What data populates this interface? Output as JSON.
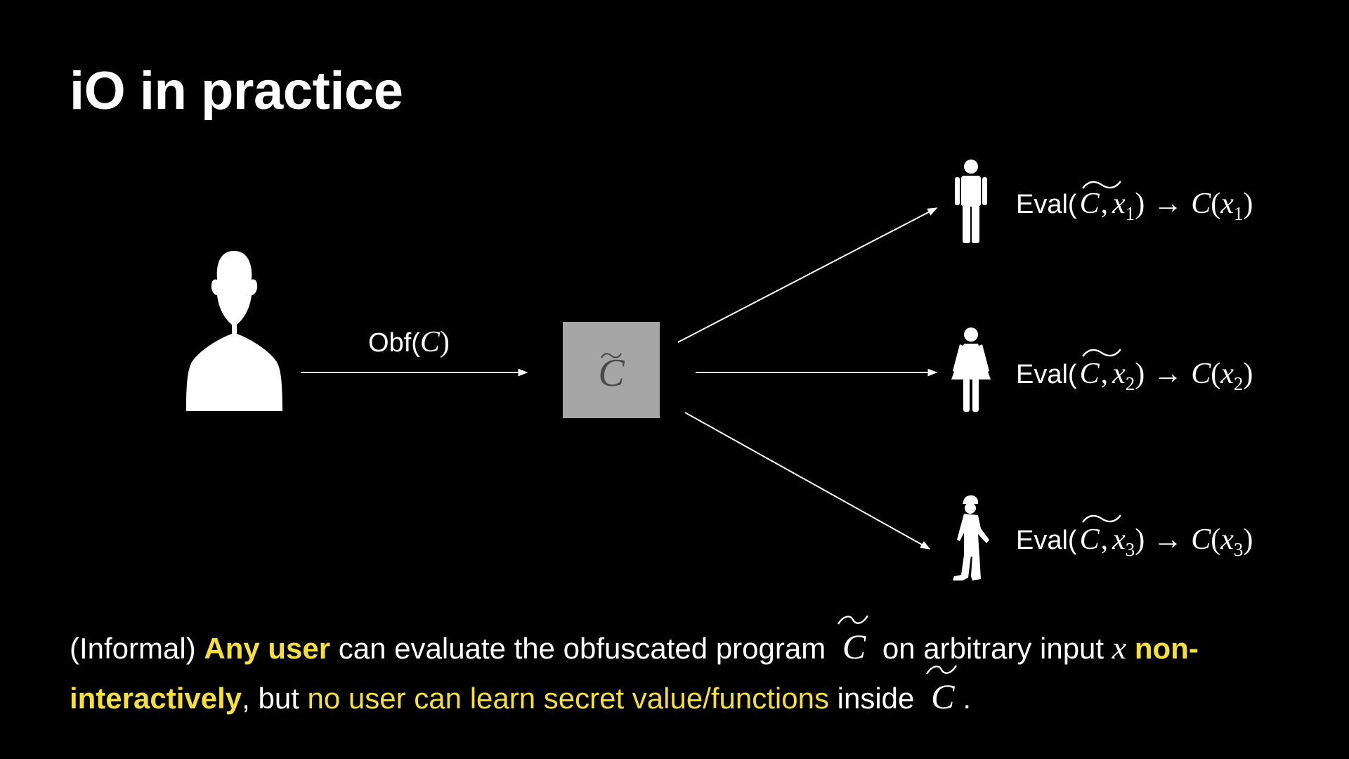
{
  "slide": {
    "title": "iO in practice"
  },
  "diagram": {
    "obf_label": "Obf(",
    "obf_var": "C",
    "obf_close": ")",
    "box_var": "C",
    "evals": [
      {
        "prefix": "Eval(",
        "c": "C",
        "comma": ",",
        "x": "x",
        "sub": "1",
        "close": ")",
        "arrow": "→",
        "rc": "C",
        "ropen": "(",
        "rx": "x",
        "rsub": "1",
        "rclose": ")"
      },
      {
        "prefix": "Eval(",
        "c": "C",
        "comma": ",",
        "x": "x",
        "sub": "2",
        "close": ")",
        "arrow": "→",
        "rc": "C",
        "ropen": "(",
        "rx": "x",
        "rsub": "2",
        "rclose": ")"
      },
      {
        "prefix": "Eval(",
        "c": "C",
        "comma": ",",
        "x": "x",
        "sub": "3",
        "close": ")",
        "arrow": "→",
        "rc": "C",
        "ropen": "(",
        "rx": "x",
        "rsub": "3",
        "rclose": ")"
      }
    ],
    "box_color": "#a6a6a6"
  },
  "footer": {
    "p1": "(Informal) ",
    "any_user": "Any user",
    "p2": " can evaluate the obfuscated program ",
    "c1": "C",
    "p3": " on arbitrary input ",
    "x": "x",
    "non_interactively": "non-interactively",
    "p4": ", but ",
    "no_user": "no user can learn secret value/functions",
    "p5": " inside ",
    "c2": "C",
    "p6": "."
  },
  "colors": {
    "background": "#000000",
    "text": "#ffffff",
    "highlight": "#f5df3b"
  }
}
